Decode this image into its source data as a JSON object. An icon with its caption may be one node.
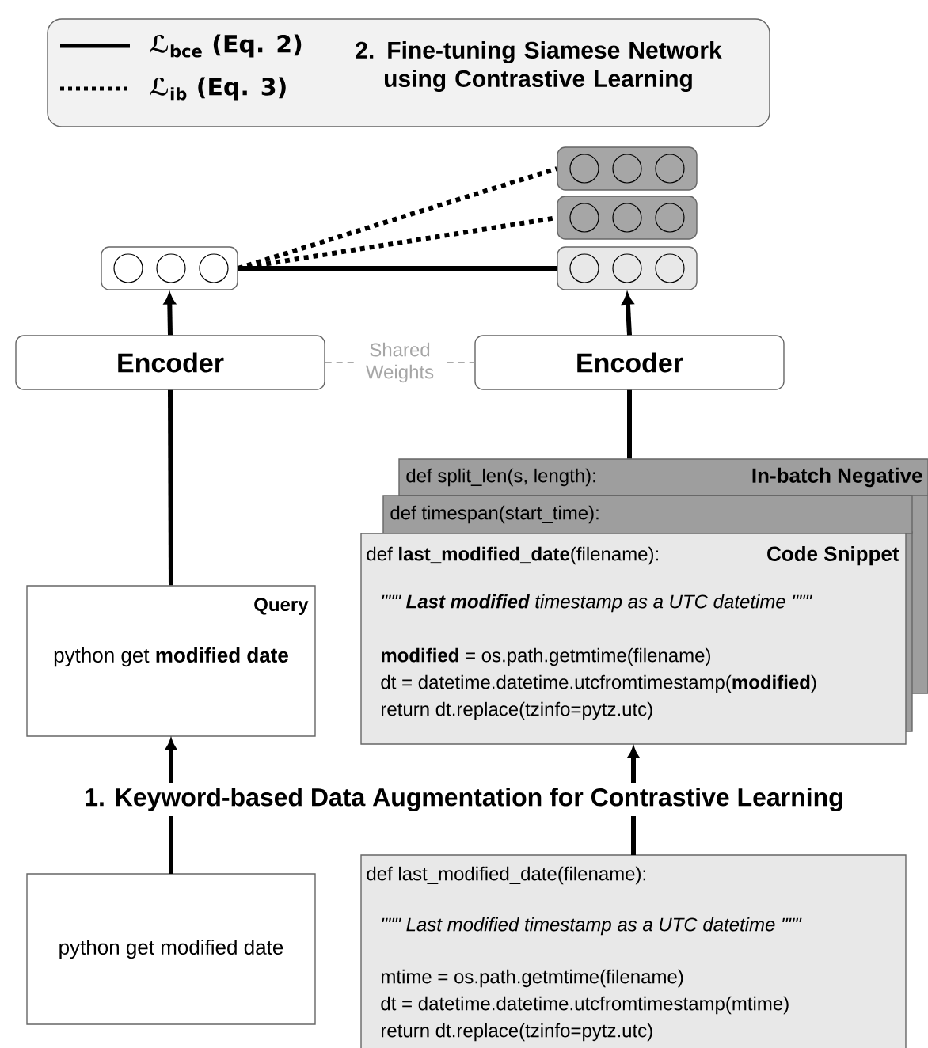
{
  "diagram": {
    "nodes": [
      {
        "text": [
          "2. Fine-tuning Siamese Network using Contrastive Learning"
        ]
      },
      {
        "text": [],
        "shape": "box"
      },
      {
        "text": [],
        "shape": "box"
      },
      {
        "text": [],
        "shape": "box"
      },
      {
        "text": [],
        "shape": "box"
      },
      {
        "text": [
          "Encoder"
        ]
      },
      {
        "text": [
          "Encoder"
        ]
      },
      {
        "text": [
          "Query",
          "python get **modified date**"
        ]
      },
      {
        "text": [
          "def split_len(s, length):",
          "In-batch Negative"
        ]
      },
      {
        "text": [
          "def timespan(start_time):"
        ]
      },
      {
        "text": [
          "def **last_modified_date**(filename):",
          "Code Snippet",
          "\"\"\" **Last modified** timestamp as a UTC datetime \"\"\"",
          "**modified** = os.path.getmtime(filename)",
          "dt = datetime.datetime.utcfromtimestamp(**modified**)",
          "return dt.replace(tzinfo=pytz.utc)"
        ]
      },
      {
        "text": [
          "python get modified date"
        ]
      },
      {
        "text": [
          "def last_modified_date(filename):",
          "\"\"\" Last modified timestamp as a UTC datetime \"\"\"",
          "mtime = os.path.getmtime(filename)",
          "dt = datetime.datetime.utcfromtimestamp(mtime)",
          "return dt.replace(tzinfo=pytz.utc)"
        ]
      }
    ],
    "edges": [
      {
        "from": 3,
        "to": 4,
        "arrow": "none"
      },
      {
        "from": 3,
        "to": 2,
        "arrow": "none",
        "style": "dashed"
      },
      {
        "from": 3,
        "to": 1,
        "arrow": "none",
        "style": "dashed"
      },
      {
        "from": 5,
        "to": 3,
        "arrow": "to"
      },
      {
        "from": 6,
        "to": 4,
        "arrow": "to"
      },
      {
        "from": 5,
        "to": 6,
        "arrow": "none",
        "style": "dashed",
        "color": "#aaaaaa",
        "label": "Shared Weights"
      },
      {
        "from": 7,
        "to": 5,
        "arrow": "none"
      },
      {
        "from": 8,
        "to": 6,
        "arrow": "none"
      },
      {
        "from": 11,
        "to": 7,
        "arrow": "to"
      },
      {
        "from": 12,
        "to": 10,
        "arrow": "to"
      }
    ],
    "labels": [
      "1. Keyword-based Data Augmentation for Contrastive Learning"
    ],
    "legend": [
      {
        "text": "ℒ$_{bce}$ (Eq. 2)"
      },
      {
        "text": "ℒ$_{ib}$ (Eq. 3)"
      }
    ]
  }
}
